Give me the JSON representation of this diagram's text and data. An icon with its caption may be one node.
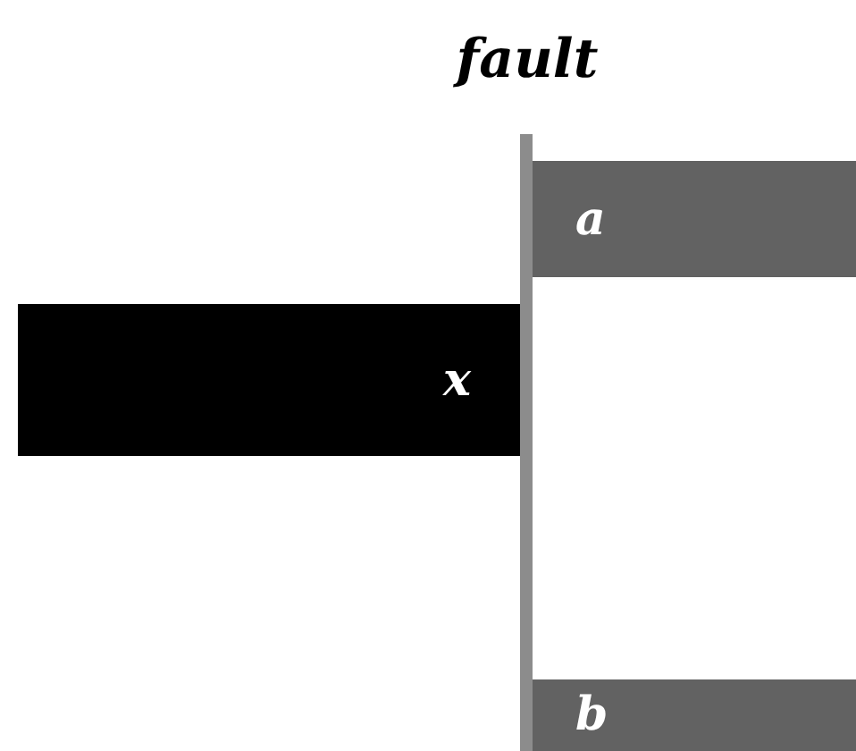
{
  "diagram": {
    "nodes": [
      {
        "text": [
          "fault"
        ]
      },
      {
        "text": [
          "a"
        ]
      },
      {
        "text": [
          "x"
        ]
      },
      {
        "text": [
          "b"
        ]
      }
    ]
  }
}
